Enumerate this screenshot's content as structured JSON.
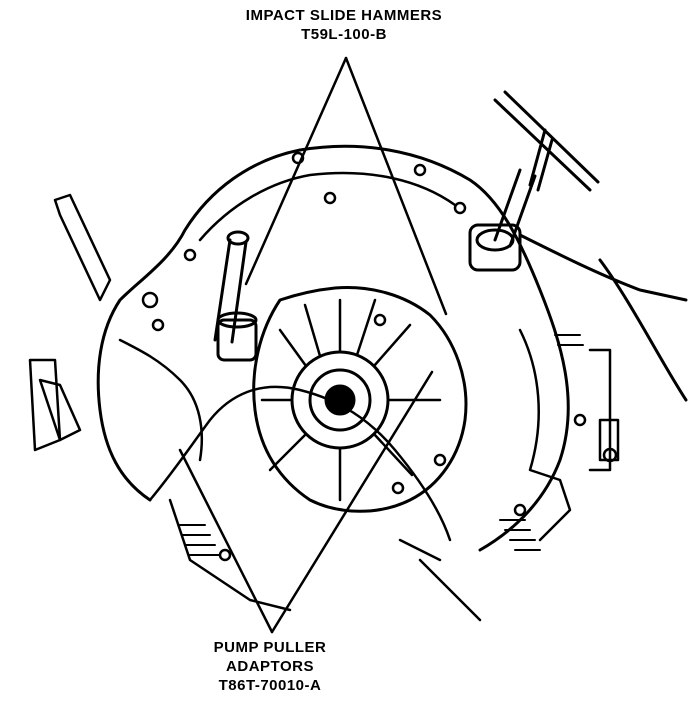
{
  "diagram": {
    "labels": {
      "top": {
        "line1": "IMPACT SLIDE HAMMERS",
        "line2": "T59L-100-B"
      },
      "bottom": {
        "line1": "PUMP PULLER",
        "line2": "ADAPTORS",
        "line3": "T86T-70010-A"
      }
    },
    "colors": {
      "ink": "#000000",
      "paper": "#ffffff"
    }
  }
}
